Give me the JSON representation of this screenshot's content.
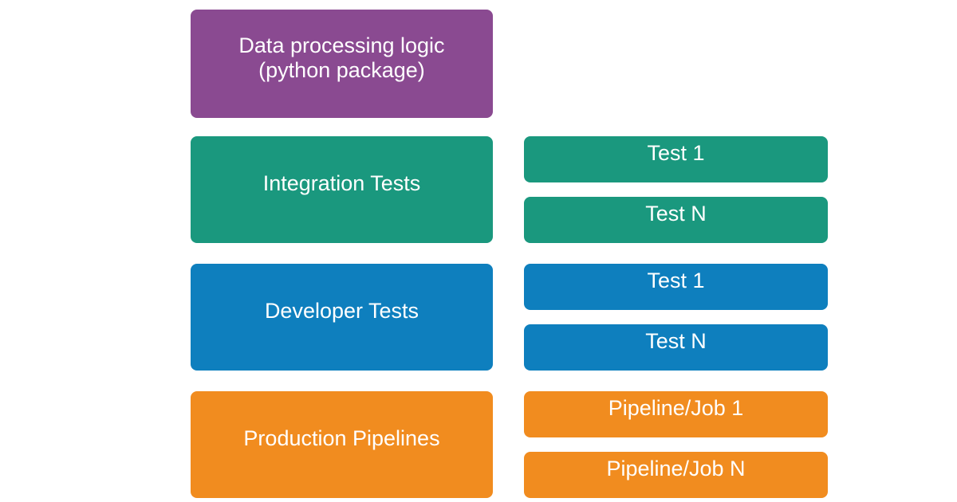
{
  "background_color": "#FFFFFF",
  "label_text_color": "#FFFFFF",
  "package_box": {
    "line1": "Data processing logic",
    "line2": "(python package)",
    "color": "#8A4A91"
  },
  "rows": [
    {
      "left_label": "Integration Tests",
      "color": "#1A987E",
      "items": [
        "Test 1",
        "Test N"
      ]
    },
    {
      "left_label": "Developer Tests",
      "color": "#0E7FBE",
      "items": [
        "Test 1",
        "Test N"
      ]
    },
    {
      "left_label": "Production Pipelines",
      "color": "#F18C1F",
      "items": [
        "Pipeline/Job 1",
        "Pipeline/Job N"
      ]
    }
  ]
}
